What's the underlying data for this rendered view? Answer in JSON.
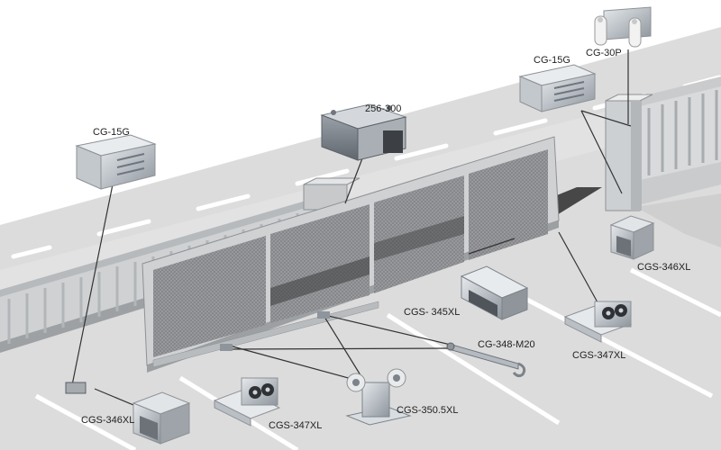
{
  "colors": {
    "road": "#d9d9d9",
    "road_marking": "#ffffff",
    "gate_frame": "#c9cbcd",
    "gate_mesh": "#8e8f92",
    "fence": "#d3d5d7",
    "shadow": "#2d2d2d",
    "part_steel": "#b8bec4",
    "leader_line": "#333333"
  },
  "labels": {
    "cg15g_left": "CG-15G",
    "cg15g_right": "CG-15G",
    "cg30p": "CG-30P",
    "p256_300": "256-300",
    "cgs346xl_right": "CGS-346XL",
    "cgs345xl": "CGS- 345XL",
    "cg348m20": "CG-348-M20",
    "cgs347xl_right": "CGS-347XL",
    "cgs350": "CGS-350.5XL",
    "cgs347xl_left": "CGS-347XL",
    "cgs346xl_left": "CGS-346XL"
  }
}
